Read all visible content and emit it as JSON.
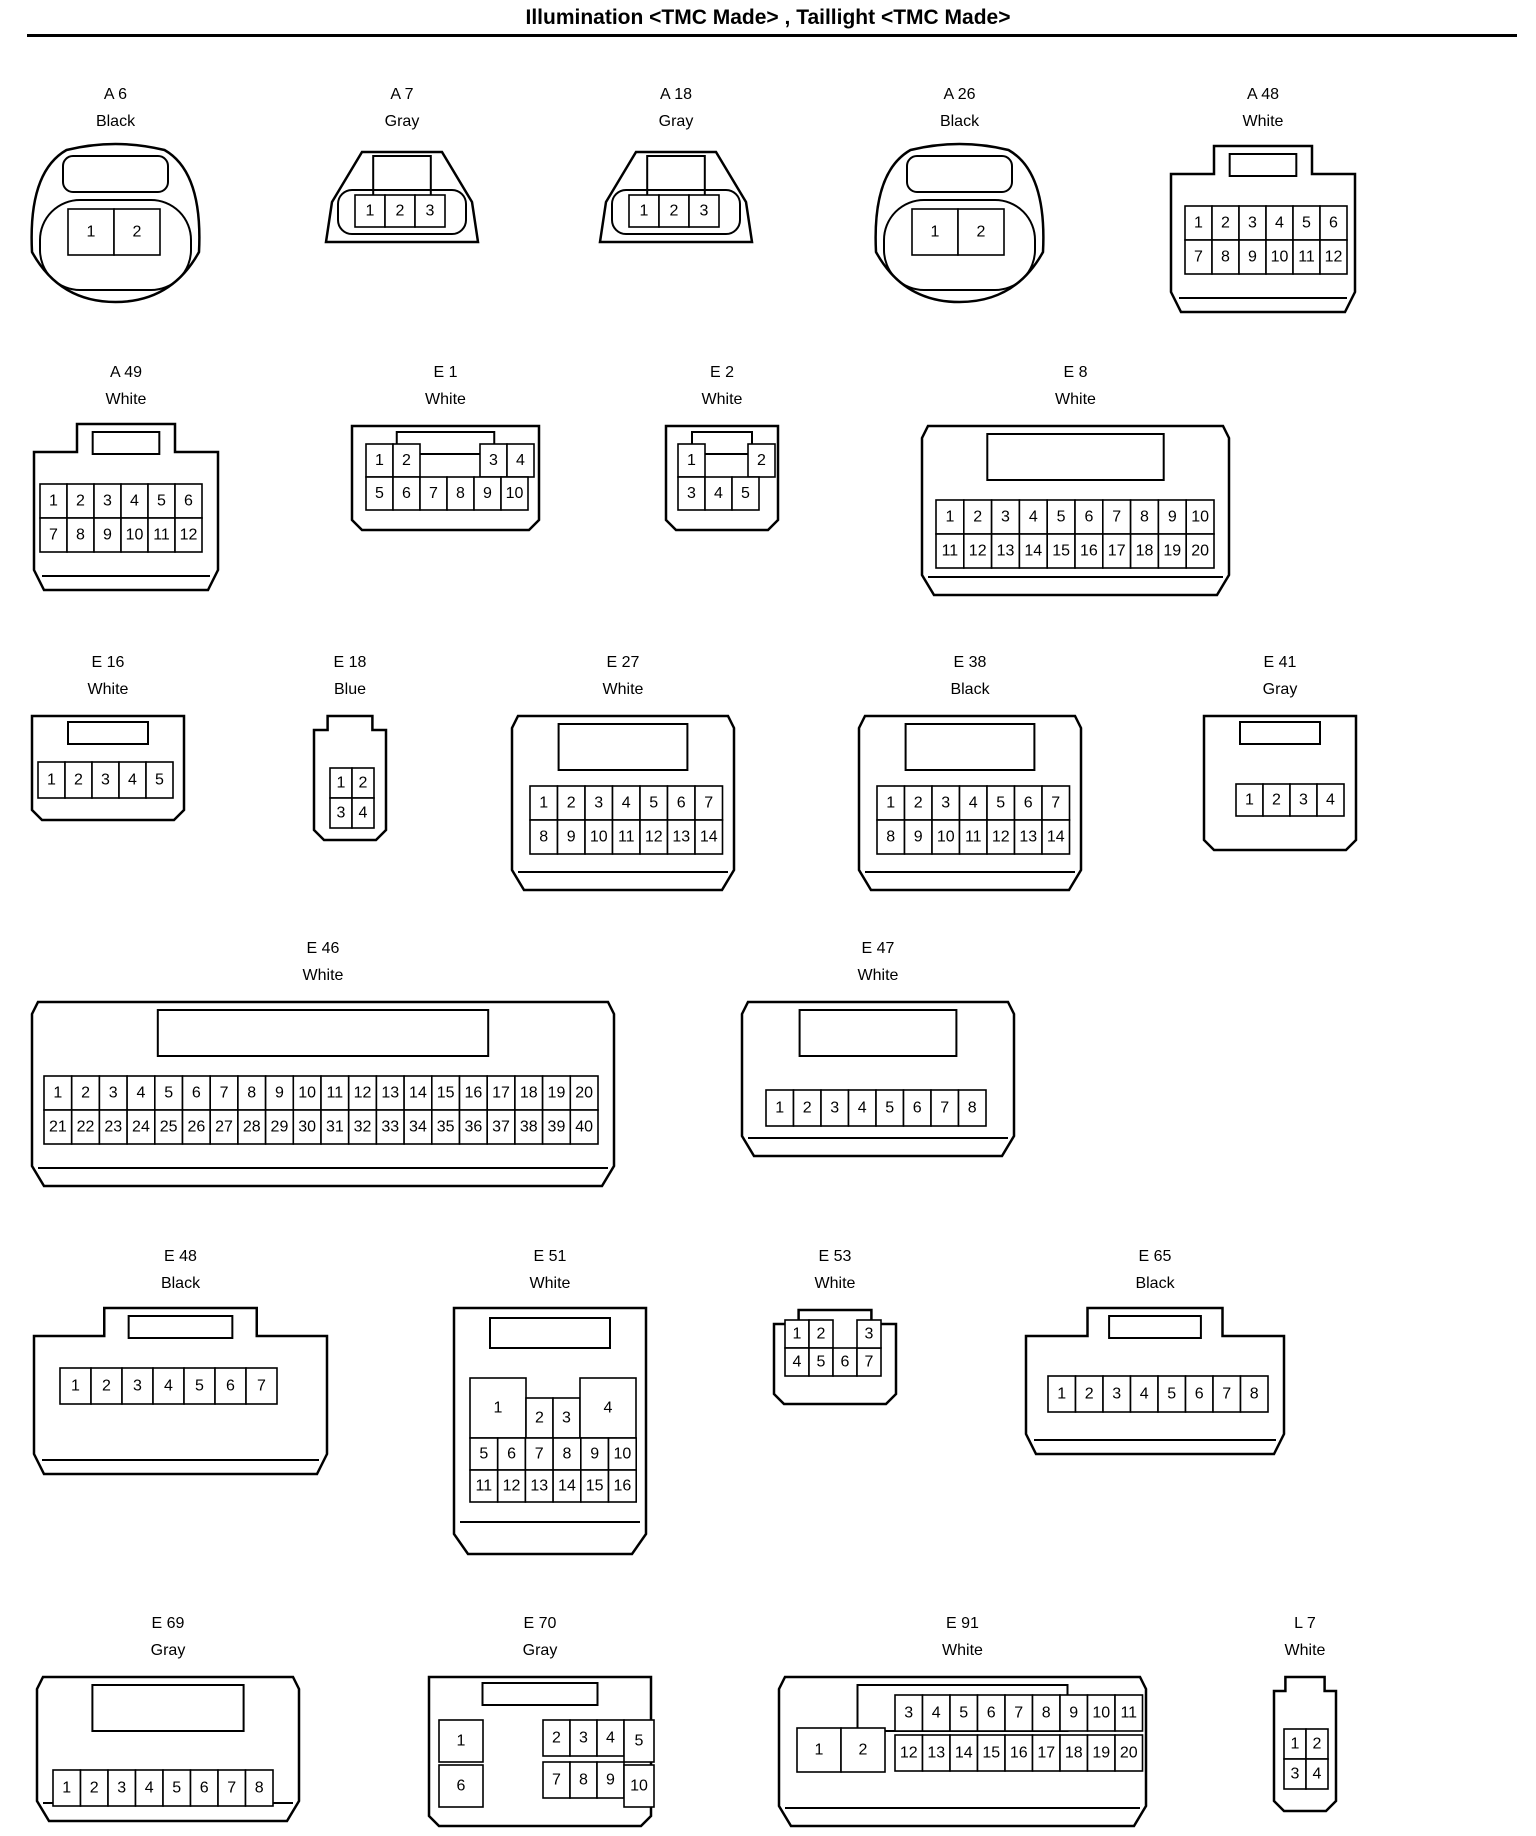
{
  "title": "Illumination <TMC Made> , Taillight <TMC Made>",
  "connectors": [
    {
      "id": "A 6",
      "color": "Black"
    },
    {
      "id": "A 7",
      "color": "Gray"
    },
    {
      "id": "A 18",
      "color": "Gray"
    },
    {
      "id": "A 26",
      "color": "Black"
    },
    {
      "id": "A 48",
      "color": "White"
    },
    {
      "id": "A 49",
      "color": "White"
    },
    {
      "id": "E 1",
      "color": "White"
    },
    {
      "id": "E 2",
      "color": "White"
    },
    {
      "id": "E 8",
      "color": "White"
    },
    {
      "id": "E 16",
      "color": "White"
    },
    {
      "id": "E 18",
      "color": "Blue"
    },
    {
      "id": "E 27",
      "color": "White"
    },
    {
      "id": "E 38",
      "color": "Black"
    },
    {
      "id": "E 41",
      "color": "Gray"
    },
    {
      "id": "E 46",
      "color": "White"
    },
    {
      "id": "E 47",
      "color": "White"
    },
    {
      "id": "E 48",
      "color": "Black"
    },
    {
      "id": "E 51",
      "color": "White"
    },
    {
      "id": "E 53",
      "color": "White"
    },
    {
      "id": "E 65",
      "color": "Black"
    },
    {
      "id": "E 69",
      "color": "Gray"
    },
    {
      "id": "E 70",
      "color": "Gray"
    },
    {
      "id": "E 91",
      "color": "White"
    },
    {
      "id": "L 7",
      "color": "White"
    }
  ]
}
